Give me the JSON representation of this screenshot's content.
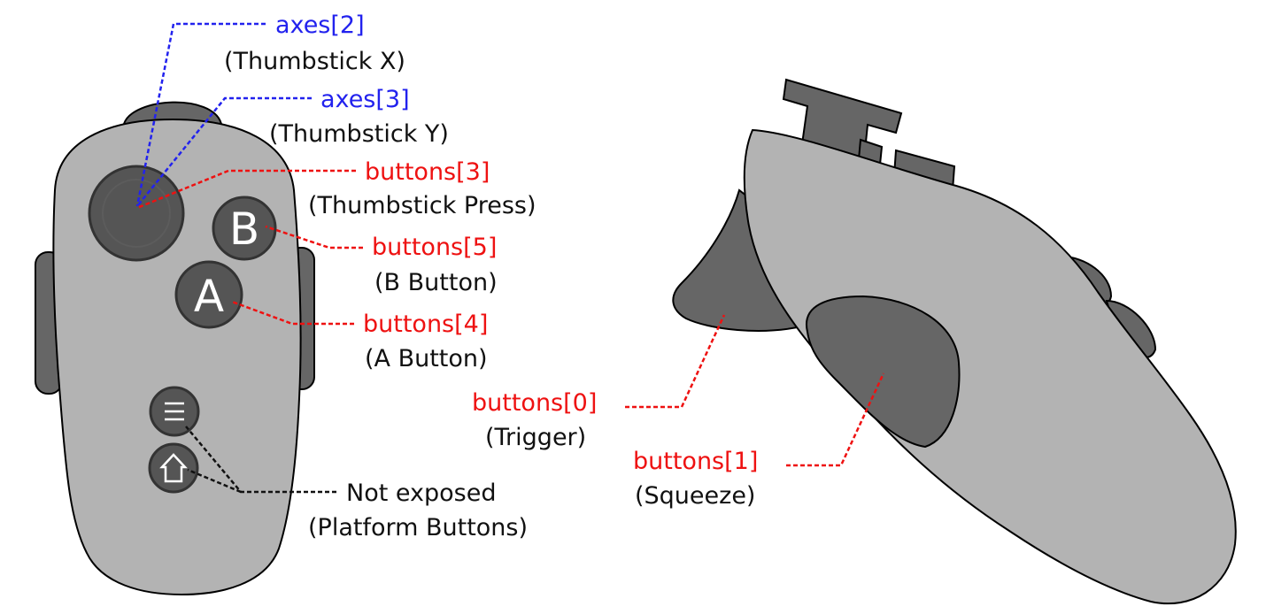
{
  "front_view": {
    "letter_b": "B",
    "letter_a": "A",
    "labels": {
      "axes2_index": "axes[2]",
      "axes2_desc": "(Thumbstick X)",
      "axes3_index": "axes[3]",
      "axes3_desc": "(Thumbstick Y)",
      "buttons3_index": "buttons[3]",
      "buttons3_desc": "(Thumbstick Press)",
      "buttons5_index": "buttons[5]",
      "buttons5_desc": "(B Button)",
      "buttons4_index": "buttons[4]",
      "buttons4_desc": "(A Button)",
      "platform_index": "Not exposed",
      "platform_desc": "(Platform Buttons)"
    },
    "icons": [
      "menu-icon",
      "home-icon"
    ]
  },
  "side_view": {
    "labels": {
      "buttons0_index": "buttons[0]",
      "buttons0_desc": "(Trigger)",
      "buttons1_index": "buttons[1]",
      "buttons1_desc": "(Squeeze)"
    }
  },
  "colors": {
    "axes": "#2222ee",
    "buttons": "#ee1111",
    "not_exposed": "#111111",
    "controller_body": "#b3b3b3",
    "controls": "#666666"
  }
}
